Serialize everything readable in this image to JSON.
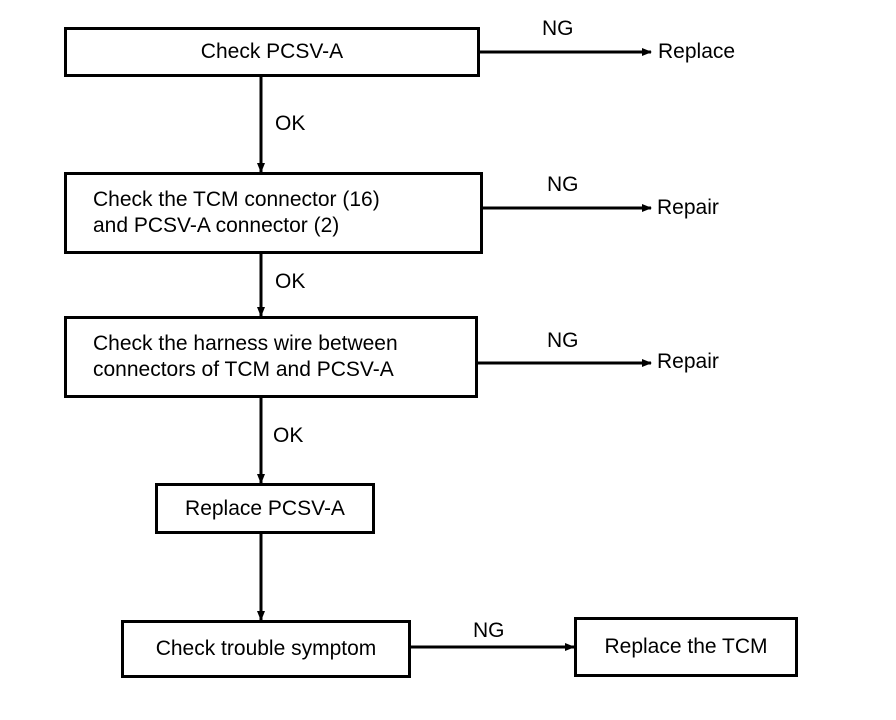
{
  "steps": {
    "check_pcsv_a": {
      "text": "Check PCSV-A"
    },
    "check_connectors": {
      "line1": "Check the TCM connector (16)",
      "line2": "and PCSV-A connector (2)"
    },
    "check_harness": {
      "line1": "Check the harness wire between",
      "line2": "connectors of TCM and PCSV-A"
    },
    "replace_pcsv_a": {
      "text": "Replace PCSV-A"
    },
    "check_symptom": {
      "text": "Check trouble symptom"
    },
    "replace_tcm": {
      "text": "Replace the TCM"
    }
  },
  "outcomes": {
    "replace": "Replace",
    "repair_1": "Repair",
    "repair_2": "Repair"
  },
  "edge_labels": {
    "ok_1": "OK",
    "ok_2": "OK",
    "ok_3": "OK",
    "ng_1": "NG",
    "ng_2": "NG",
    "ng_3": "NG",
    "ng_4": "NG"
  },
  "colors": {
    "line": "#000000",
    "background": "#ffffff"
  }
}
